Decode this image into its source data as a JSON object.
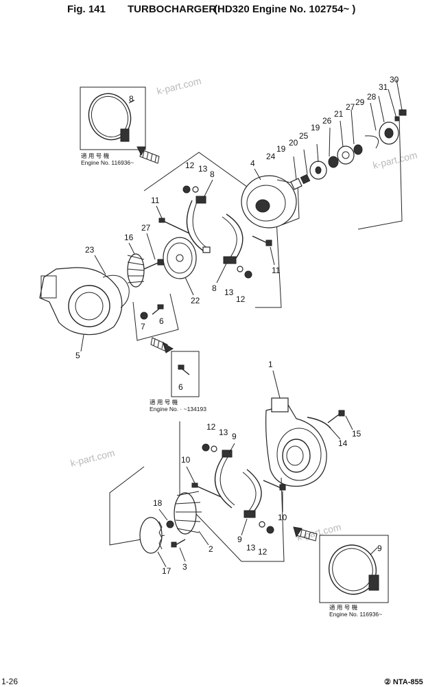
{
  "title": {
    "fig": "Fig. 141",
    "name": "TURBOCHARGER",
    "qualifier": "(HD320 Engine No. 102754~ )"
  },
  "callouts": {
    "c1": "1",
    "c2": "2",
    "c3": "3",
    "c4": "4",
    "c5": "5",
    "c6a": "6",
    "c6b": "6",
    "c7": "7",
    "c8a": "8",
    "c8b": "8",
    "c8c": "8",
    "c9a": "9",
    "c9b": "9",
    "c9c": "9",
    "c10a": "10",
    "c10b": "10",
    "c11a": "11",
    "c11b": "11",
    "c12a": "12",
    "c12b": "12",
    "c12c": "12",
    "c12d": "12",
    "c13a": "13",
    "c13b": "13",
    "c13c": "13",
    "c13d": "13",
    "c14": "14",
    "c15": "15",
    "c16": "16",
    "c17": "17",
    "c18": "18",
    "c19a": "19",
    "c19b": "19",
    "c20": "20",
    "c21": "21",
    "c22": "22",
    "c23": "23",
    "c24": "24",
    "c25": "25",
    "c26": "26",
    "c27a": "27",
    "c27b": "27",
    "c28": "28",
    "c29": "29",
    "c30": "30",
    "c31": "31"
  },
  "notes": {
    "applicable_label": "適 用 号 機",
    "top_left_engine": "Engine No. 116936~",
    "middle_engine": "Engine No. · ~134193",
    "bottom_right_engine": "Engine No. 116936~"
  },
  "watermarks": [
    "k-part.com",
    "k-part.com",
    "k-part.com",
    "k-part.com"
  ],
  "footer": {
    "page": "1-26",
    "code": "② NTA-855"
  }
}
